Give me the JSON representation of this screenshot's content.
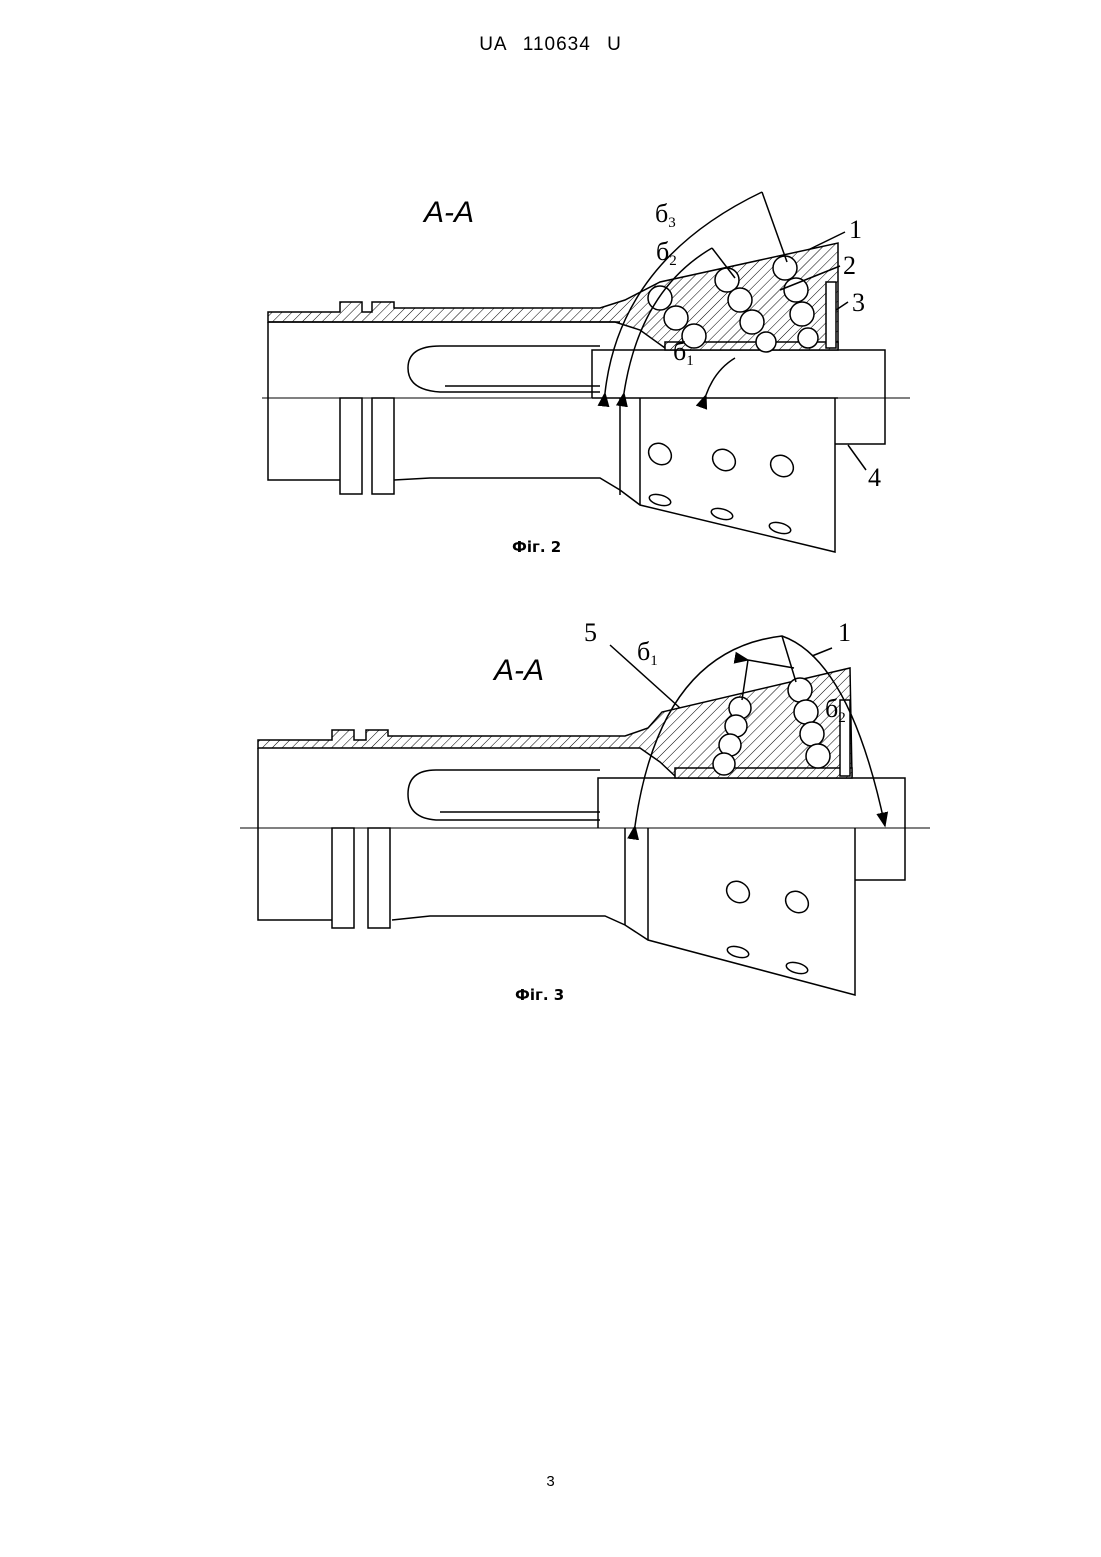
{
  "document": {
    "header": "UA 110634 U",
    "page_number": "3"
  },
  "figures": [
    {
      "caption": "Фіг. 2",
      "section_label": "А-А",
      "callouts": [
        "1",
        "2",
        "3",
        "4"
      ],
      "angles": [
        {
          "base": "б",
          "sub": "1"
        },
        {
          "base": "б",
          "sub": "2"
        },
        {
          "base": "б",
          "sub": "3"
        }
      ]
    },
    {
      "caption": "Фіг. 3",
      "section_label": "А-А",
      "callouts": [
        "5",
        "1"
      ],
      "angles": [
        {
          "base": "б",
          "sub": "1"
        },
        {
          "base": "б",
          "sub": "2"
        }
      ]
    }
  ]
}
